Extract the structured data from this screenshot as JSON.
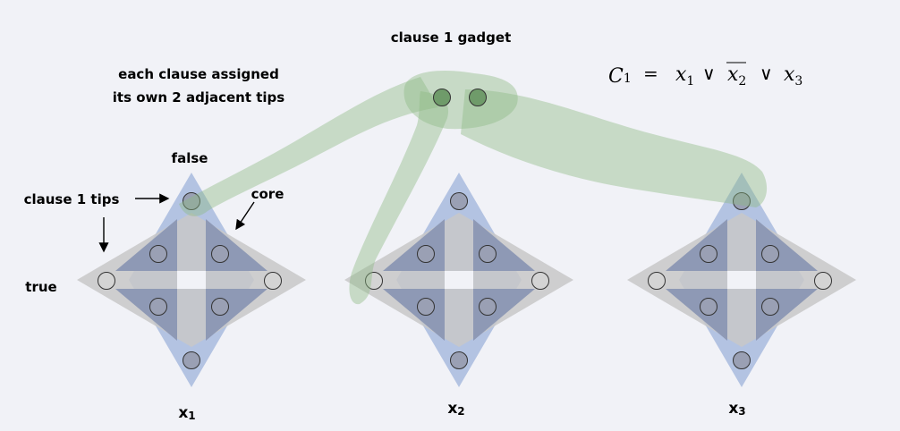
{
  "title": "clause 1 gadget",
  "annotation_lines": [
    "each clause assigned",
    "its own 2 adjacent tips"
  ],
  "labels": {
    "false": "false",
    "true": "true",
    "clause_tips": "clause 1 tips",
    "core": "core"
  },
  "gadgets": [
    {
      "name": "x",
      "sub": "1"
    },
    {
      "name": "x",
      "sub": "2"
    },
    {
      "name": "x",
      "sub": "3"
    }
  ],
  "formula": {
    "lhs": "C",
    "lhs_sub": "1",
    "eq": "=",
    "or": "∨",
    "literals": [
      {
        "name": "x",
        "sub": "1",
        "negated": false
      },
      {
        "name": "x",
        "sub": "2",
        "negated": true
      },
      {
        "name": "x",
        "sub": "3",
        "negated": false
      }
    ]
  },
  "colors": {
    "background": "#f1f2f7",
    "blue_diamond": "#b3c3e2",
    "gray_diamond": "#c8c8c8",
    "triangle": "#8e99b5",
    "clause_blob": "#a9caa0",
    "node_fill": "#9aa0b4"
  }
}
